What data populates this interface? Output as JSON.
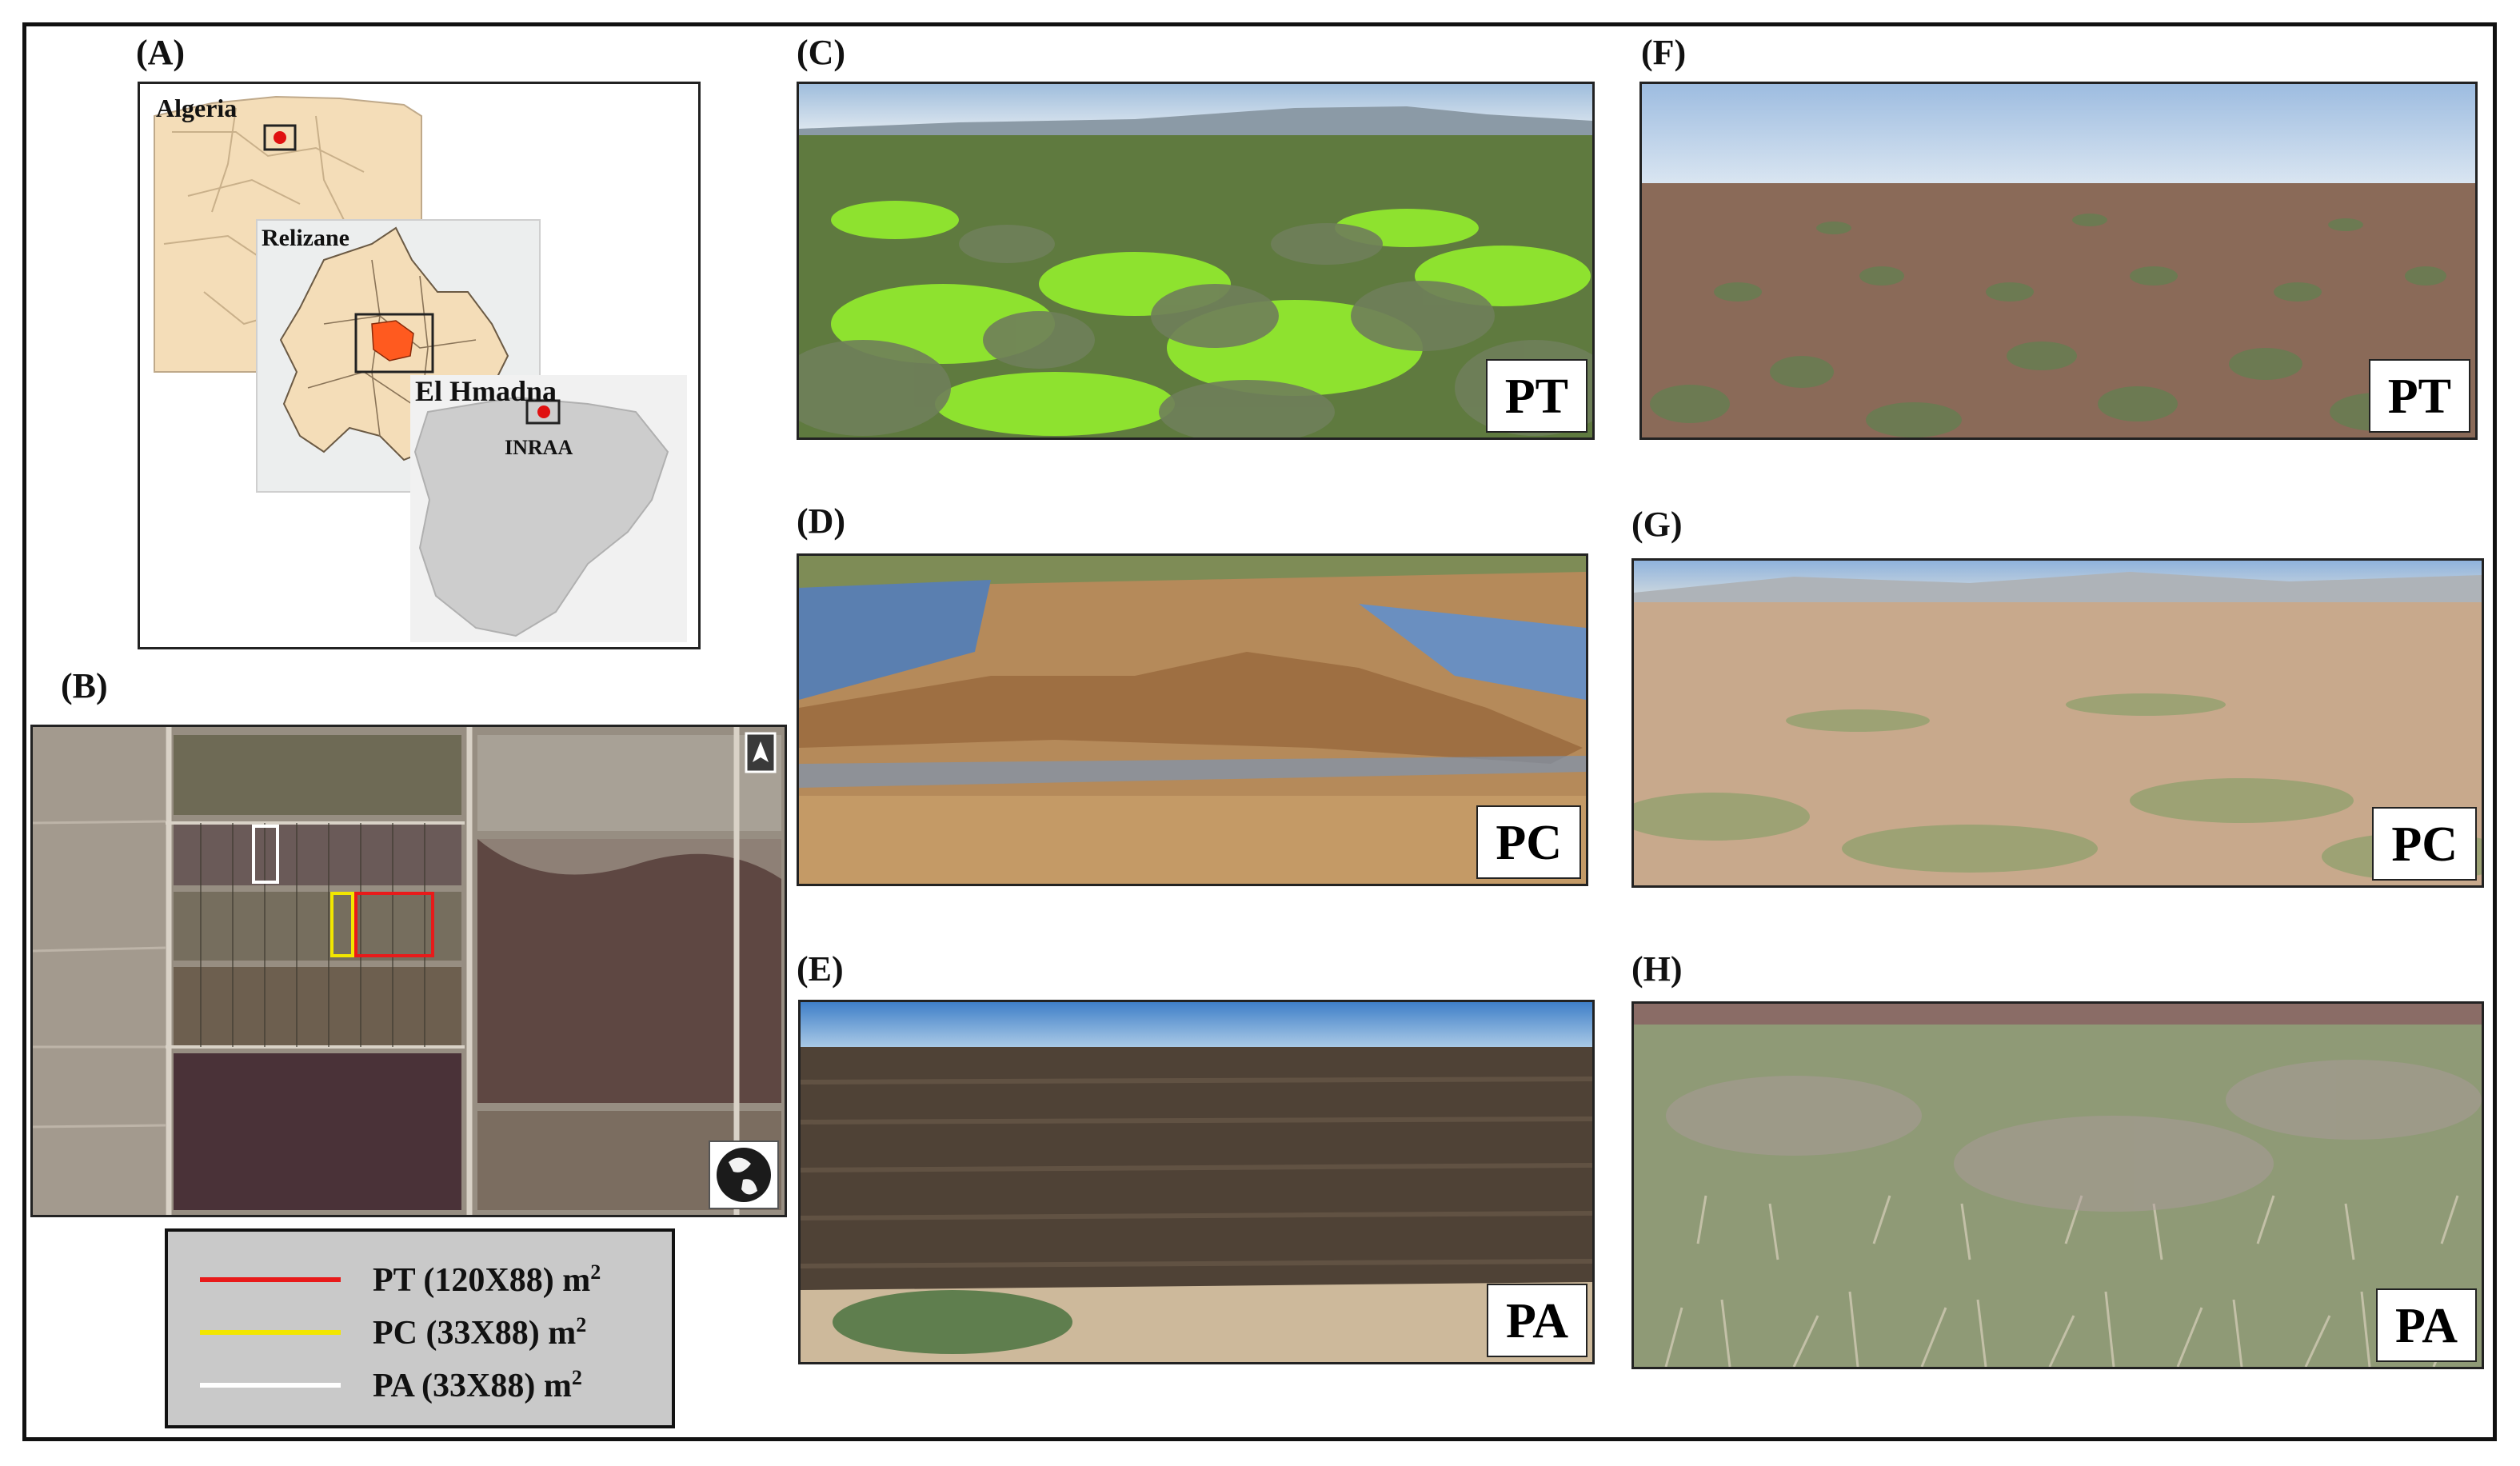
{
  "panels": {
    "A": {
      "label": "(A)",
      "map_labels": {
        "algeria": "Algeria",
        "relizane": "Relizane",
        "el_hmadna": "El Hmadna",
        "inraa": "INRAA"
      }
    },
    "B": {
      "label": "(B)"
    },
    "C": {
      "label": "(C)",
      "tag": "PT"
    },
    "D": {
      "label": "(D)",
      "tag": "PC"
    },
    "E": {
      "label": "(E)",
      "tag": "PA"
    },
    "F": {
      "label": "(F)",
      "tag": "PT"
    },
    "G": {
      "label": "(G)",
      "tag": "PC"
    },
    "H": {
      "label": "(H)",
      "tag": "PA"
    }
  },
  "legend": [
    {
      "key": "pt",
      "name": "PT (120X88) m",
      "unit_sup": "2",
      "color": "#e81a1a"
    },
    {
      "key": "pc",
      "name": "PC (33X88) m",
      "unit_sup": "2",
      "color": "#f2e600"
    },
    {
      "key": "pa",
      "name": "PA (33X88) m",
      "unit_sup": "2",
      "color": "#ffffff"
    }
  ],
  "colors": {
    "plot_pt": "#e81a1a",
    "plot_pc": "#f2e600",
    "plot_pa": "#ffffff",
    "dot": "#e01010",
    "relizane_fill": "#f4ddb8",
    "highlight": "#ff5a1f"
  }
}
